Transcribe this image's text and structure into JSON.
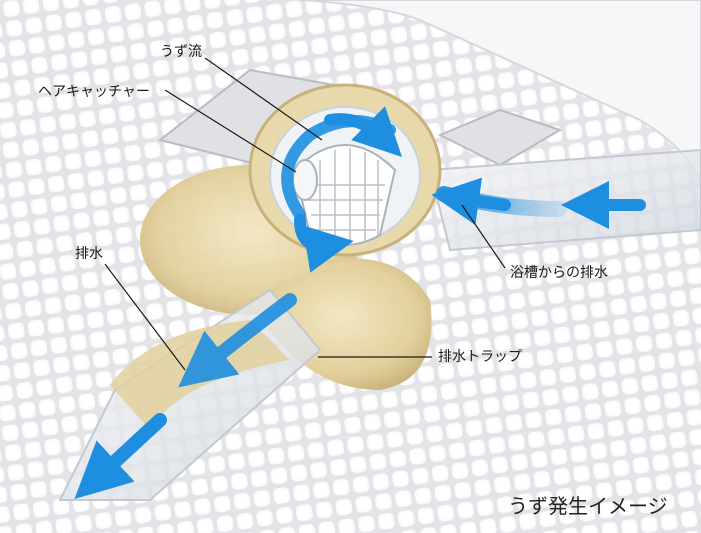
{
  "labels": {
    "vortex": "うず流",
    "hair_catcher": "ヘアキャッチャー",
    "drain": "排水",
    "tub_drain": "浴槽からの排水",
    "drain_trap": "排水トラップ"
  },
  "caption": "うず発生イメージ",
  "colors": {
    "flow_arrow": "#1e8fe0",
    "trap_body": "#e6d6a8",
    "floor_tile": "#e9e9ec"
  },
  "icons": [
    "flow-arrow-icon"
  ]
}
